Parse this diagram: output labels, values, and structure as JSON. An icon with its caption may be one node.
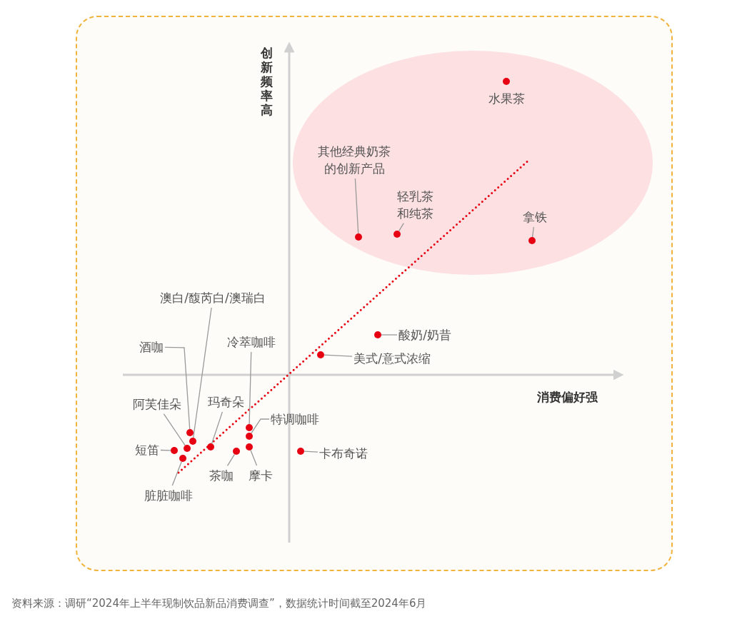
{
  "diagram": {
    "caption": "资料来源：调研“2024年上半年现制饮品新品消费调查”，数据统计时间截至2024年6月",
    "nodes": [
      {
        "text": [],
        "shape": "ellipse"
      },
      {
        "text": [
          "水果茶"
        ],
        "in": 0
      },
      {
        "text": [],
        "shape": "circle",
        "in": 0
      },
      {
        "text": [
          "其他经典奶茶的创新产品"
        ],
        "in": 0
      },
      {
        "text": [],
        "shape": "circle",
        "in": 0
      },
      {
        "text": [
          "轻乳茶和纯茶"
        ],
        "in": 0
      },
      {
        "text": [],
        "shape": "circle",
        "in": 0
      },
      {
        "text": [
          "拿铁"
        ],
        "in": 0
      },
      {
        "text": [],
        "shape": "circle",
        "in": 0
      },
      {
        "text": [
          "酸奶/奶昔"
        ]
      },
      {
        "text": [],
        "shape": "circle"
      },
      {
        "text": [
          "美式/意式浓缩"
        ]
      },
      {
        "text": [],
        "shape": "circle"
      },
      {
        "text": [
          "澳白/馥芮白/澳瑞白"
        ]
      },
      {
        "text": [],
        "shape": "circle"
      },
      {
        "text": [
          "酒咖"
        ]
      },
      {
        "text": [],
        "shape": "circle"
      },
      {
        "text": [
          "冷萃咖啡"
        ]
      },
      {
        "text": [],
        "shape": "circle"
      },
      {
        "text": [
          "阿芙佳朵"
        ]
      },
      {
        "text": [],
        "shape": "circle"
      },
      {
        "text": [
          "玛奇朵"
        ]
      },
      {
        "text": [],
        "shape": "circle"
      },
      {
        "text": [
          "特调咖啡"
        ]
      },
      {
        "text": [],
        "shape": "circle"
      },
      {
        "text": [
          "短笛"
        ]
      },
      {
        "text": [],
        "shape": "circle"
      },
      {
        "text": [
          "茶咖"
        ]
      },
      {
        "text": [],
        "shape": "circle"
      },
      {
        "text": [
          "摩卡"
        ]
      },
      {
        "text": [],
        "shape": "circle"
      },
      {
        "text": [
          "脏脏咖啡"
        ]
      },
      {
        "text": [],
        "shape": "circle"
      },
      {
        "text": [
          "卡布奇诺"
        ]
      },
      {
        "text": [],
        "shape": "circle"
      }
    ],
    "edges": [
      {
        "from": 3,
        "to": 4,
        "arrow": "none"
      },
      {
        "from": 5,
        "to": 6,
        "arrow": "none"
      },
      {
        "from": 7,
        "to": 8,
        "arrow": "none"
      },
      {
        "from": 9,
        "to": 10,
        "arrow": "none"
      },
      {
        "from": 11,
        "to": 12,
        "arrow": "none"
      },
      {
        "from": 13,
        "to": 14,
        "arrow": "none"
      },
      {
        "from": 15,
        "to": 16,
        "arrow": "none"
      },
      {
        "from": 17,
        "to": 18,
        "arrow": "none"
      },
      {
        "from": 19,
        "to": 20,
        "arrow": "none"
      },
      {
        "from": 21,
        "to": 22,
        "arrow": "none"
      },
      {
        "from": 23,
        "to": 24,
        "arrow": "none"
      },
      {
        "from": 25,
        "to": 26,
        "arrow": "none"
      },
      {
        "from": 27,
        "to": 28,
        "arrow": "none"
      },
      {
        "from": 29,
        "to": 30,
        "arrow": "none"
      },
      {
        "from": 31,
        "to": 32,
        "arrow": "none"
      },
      {
        "from": 33,
        "to": 34,
        "arrow": "none"
      }
    ],
    "labels": [
      "创新频率高",
      "消费偏好强"
    ]
  }
}
